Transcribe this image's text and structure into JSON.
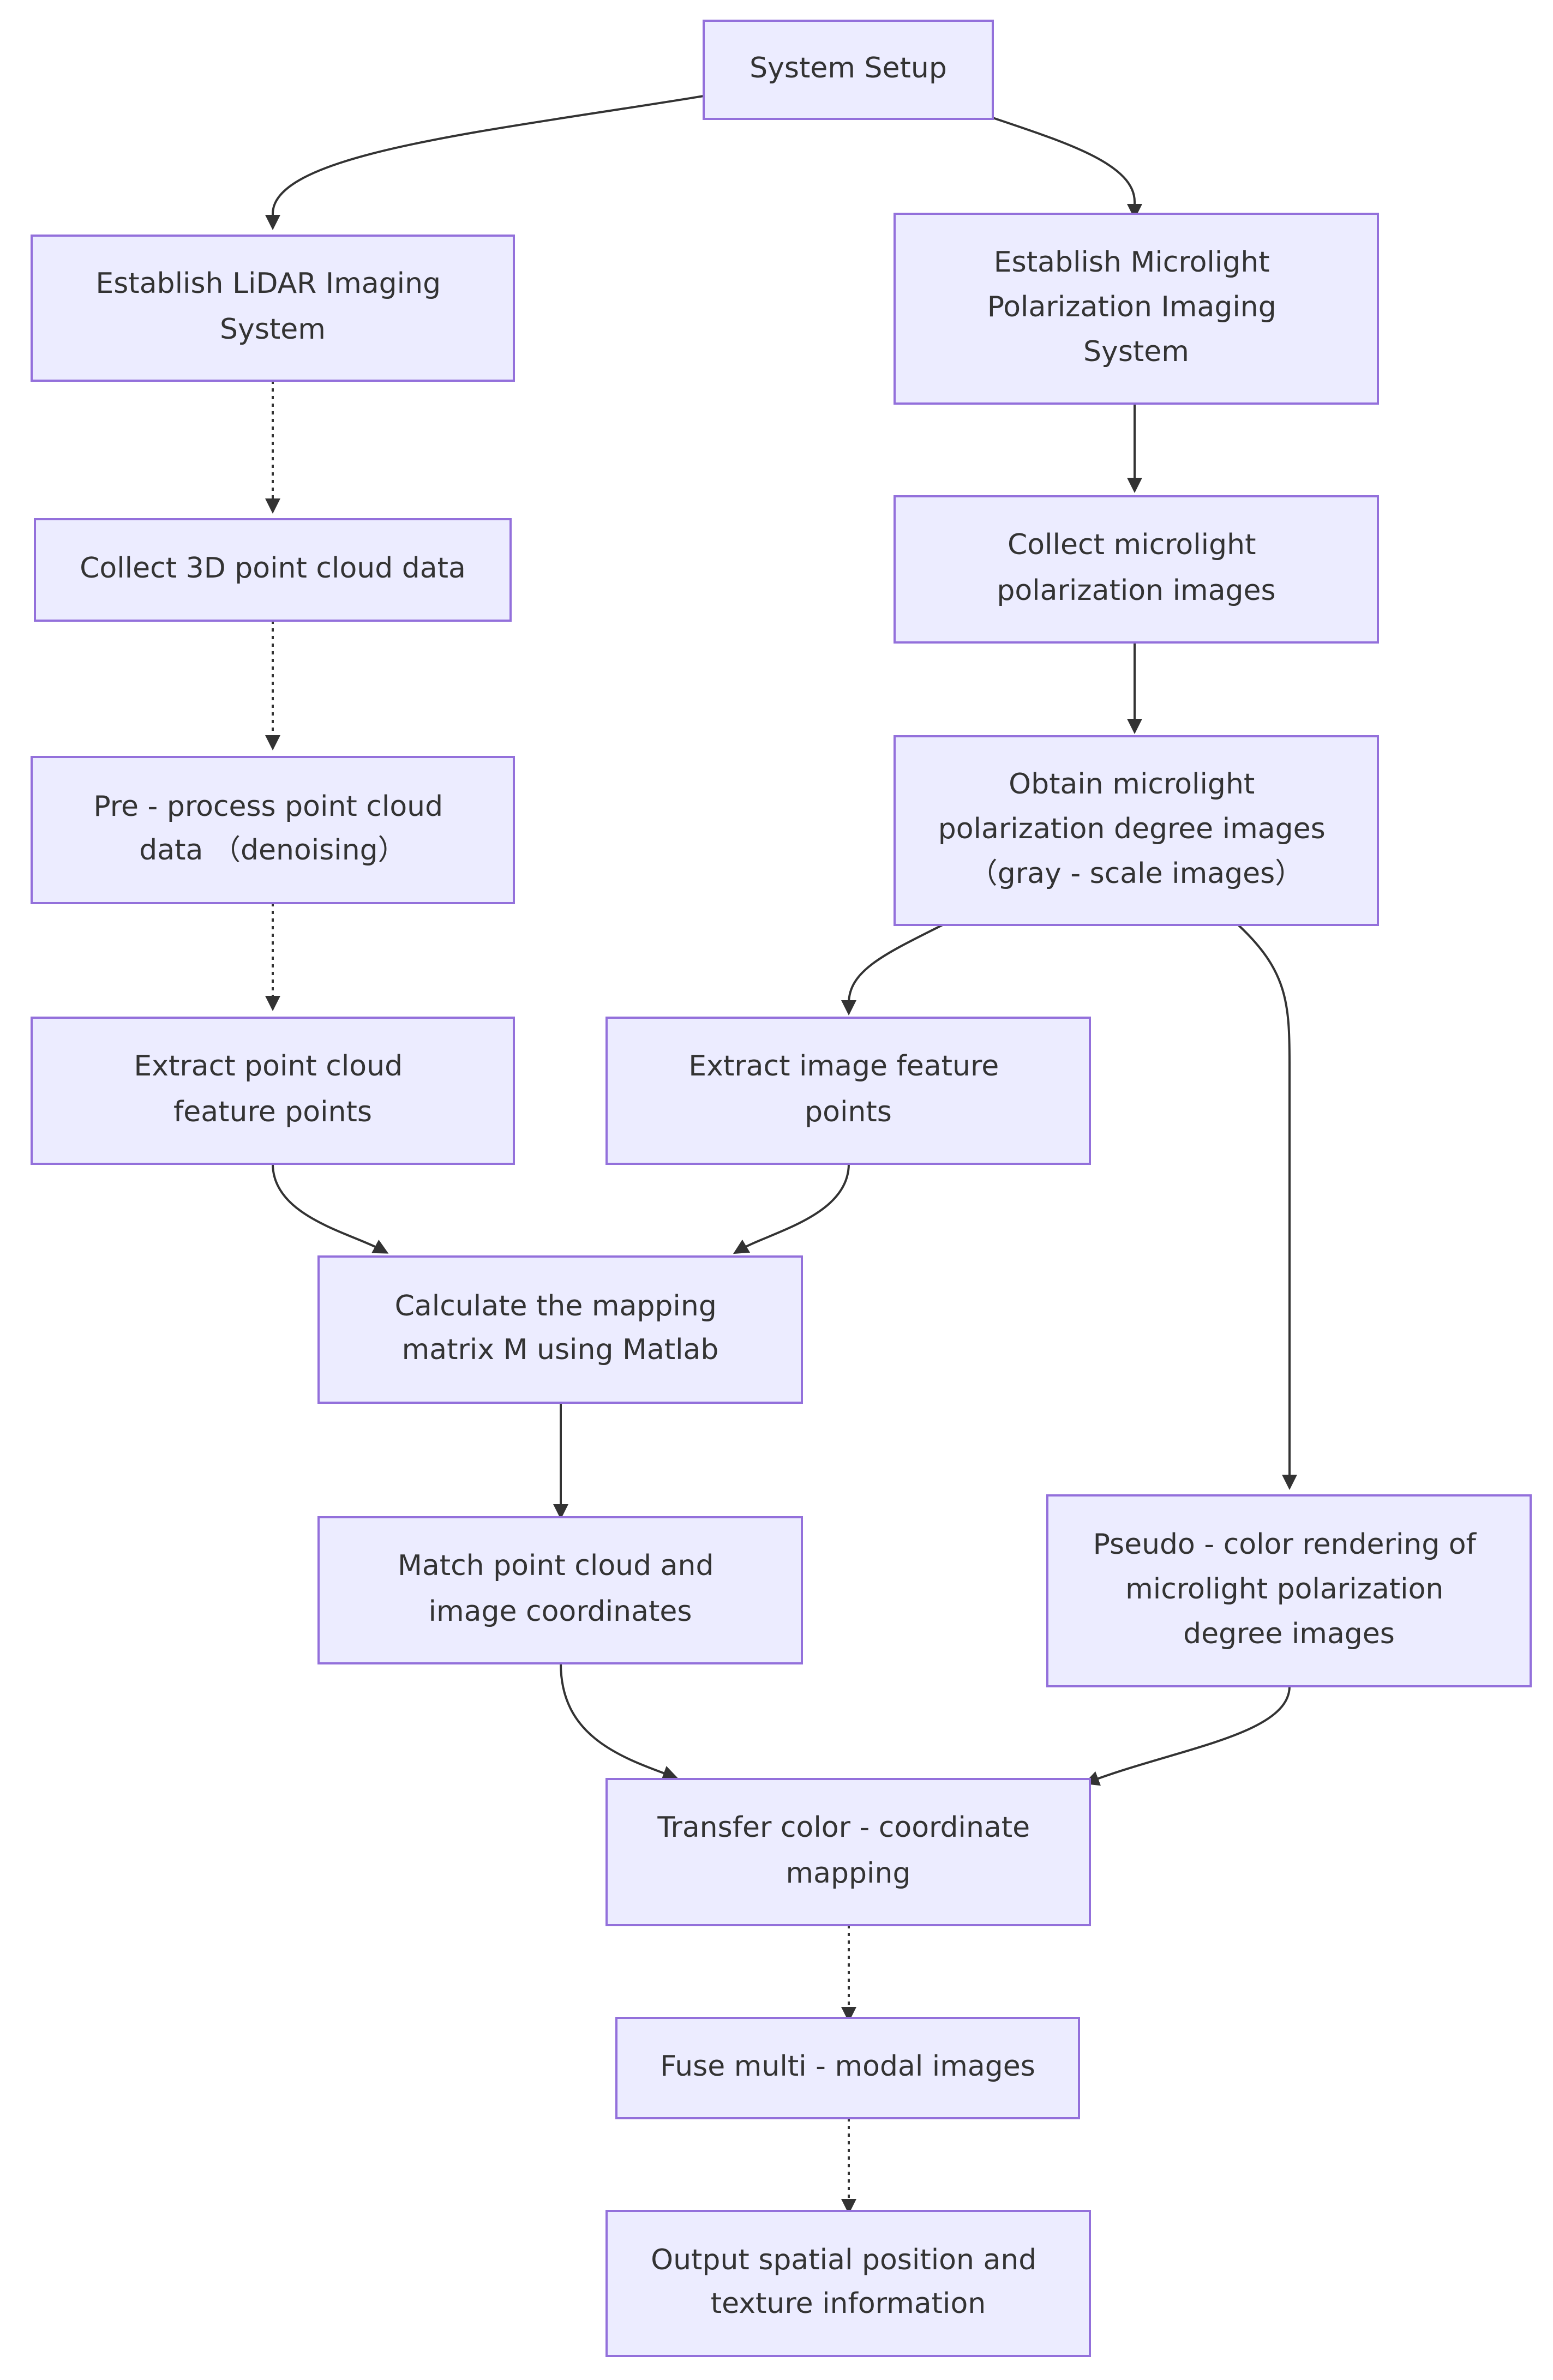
{
  "nodes": {
    "system_setup": [
      "System Setup"
    ],
    "lidar_system": [
      "Establish LiDAR Imaging",
      "System"
    ],
    "microlight_system": [
      "Establish Microlight",
      "Polarization Imaging",
      "System"
    ],
    "collect_pointcloud": [
      "Collect 3D point cloud data"
    ],
    "collect_microlight": [
      "Collect microlight",
      "polarization images"
    ],
    "preprocess": [
      "Pre - process point cloud",
      "data （denoising）"
    ],
    "obtain_degree": [
      "Obtain microlight",
      "polarization degree images",
      "（gray - scale images）"
    ],
    "extract_pc_features": [
      "Extract point cloud",
      "feature points"
    ],
    "extract_img_features": [
      "Extract image feature",
      "points"
    ],
    "calc_mapping": [
      "Calculate the mapping",
      "matrix M using Matlab"
    ],
    "match_coords": [
      "Match point cloud and",
      "image coordinates"
    ],
    "pseudo_color": [
      "Pseudo - color rendering of",
      "microlight polarization",
      "degree images"
    ],
    "transfer_color": [
      "Transfer color - coordinate",
      "mapping"
    ],
    "fuse": [
      "Fuse multi - modal images"
    ],
    "output": [
      "Output spatial position and",
      "texture information"
    ]
  },
  "colors": {
    "node_fill": "#ECECFF",
    "node_stroke": "#9370DB",
    "text": "#333333",
    "edge": "#333333"
  }
}
